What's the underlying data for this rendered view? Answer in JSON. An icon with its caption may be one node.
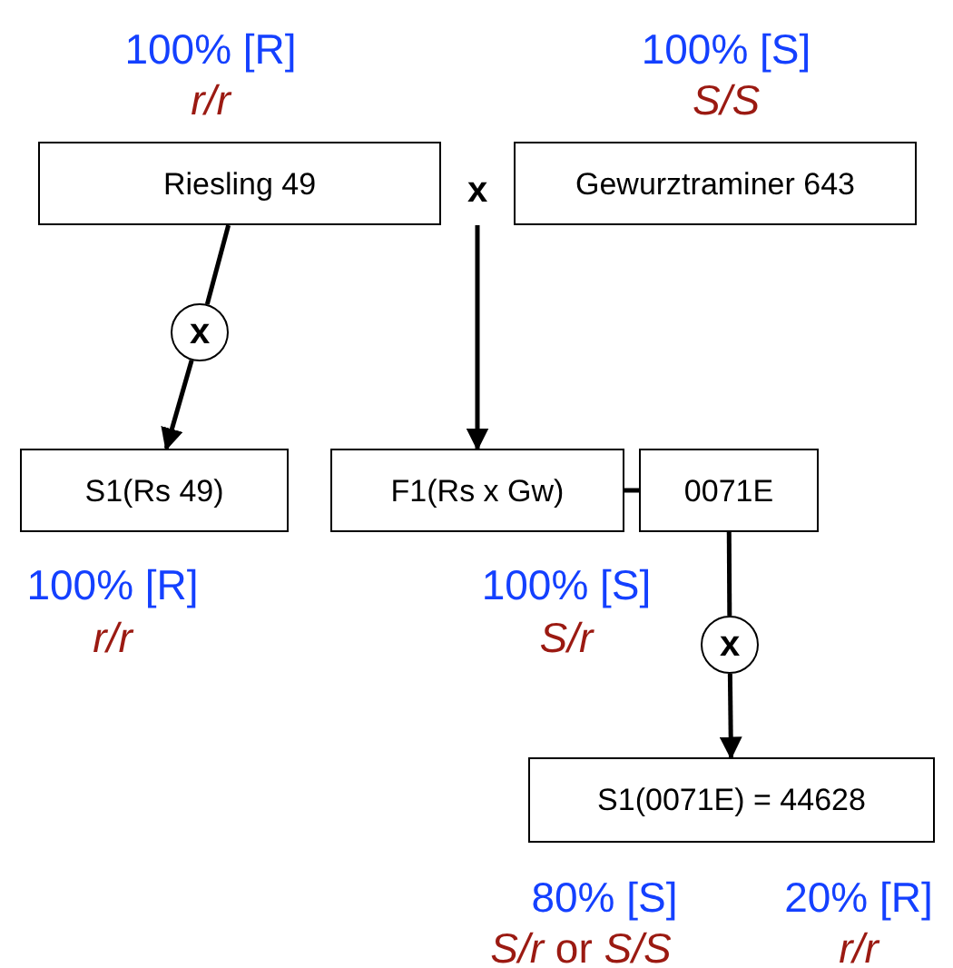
{
  "diagram": {
    "nodes": [
      {
        "text": [
          "Riesling 49"
        ],
        "beside": [
          "100% [R]",
          "r/r"
        ]
      },
      {
        "text": [
          "x"
        ]
      },
      {
        "text": [
          "Gewurztraminer 643"
        ],
        "beside": [
          "100% [S]",
          "S/S"
        ]
      },
      {
        "text": [
          "x"
        ]
      },
      {
        "text": [
          "S1(Rs 49)"
        ],
        "beside": [
          "100% [R]",
          "r/r"
        ]
      },
      {
        "text": [
          "F1(Rs x Gw)"
        ],
        "beside": [
          "100% [S]",
          "S/r"
        ]
      },
      {
        "text": [
          "0071E"
        ]
      },
      {
        "text": [
          "x"
        ]
      },
      {
        "text": [
          "S1(0071E) = 44628"
        ],
        "beside": [
          "80% [S]",
          "*S/r* or *S/S*",
          "20% [R]",
          "r/r"
        ]
      }
    ],
    "edges": [
      {
        "from": 0,
        "to": 3,
        "arrow": "none"
      },
      {
        "from": 3,
        "to": 4,
        "arrow": "to"
      },
      {
        "from": 1,
        "to": 5,
        "arrow": "to"
      },
      {
        "from": 5,
        "to": 6,
        "arrow": "none"
      },
      {
        "from": 6,
        "to": 7,
        "arrow": "none"
      },
      {
        "from": 7,
        "to": 8,
        "arrow": "to"
      }
    ]
  }
}
